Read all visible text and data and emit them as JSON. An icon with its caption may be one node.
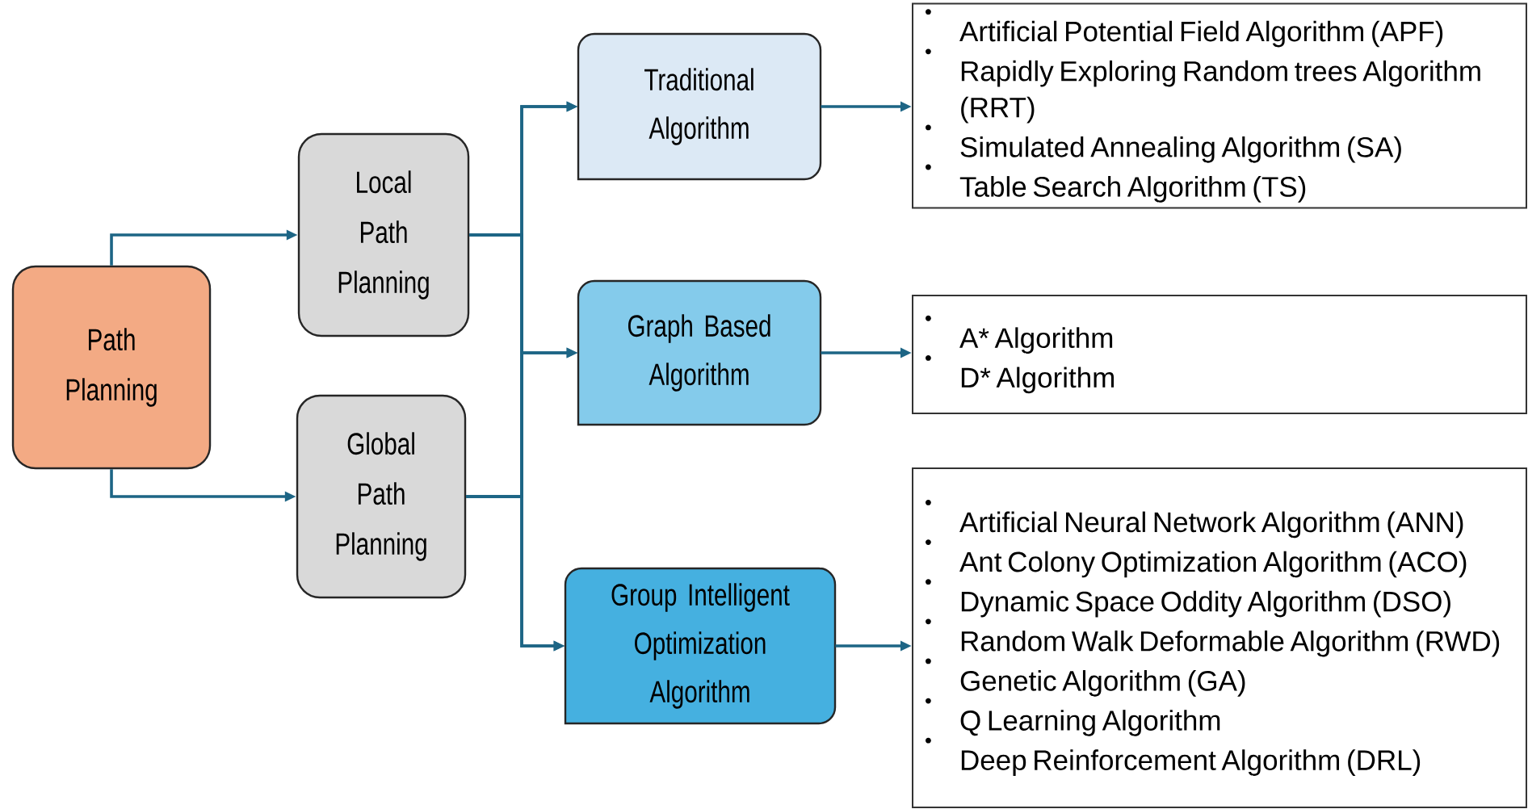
{
  "diagram": {
    "nodes": [
      {
        "text": [
          "Path Planning"
        ]
      },
      {
        "text": [
          "Local Path Planning"
        ]
      },
      {
        "text": [
          "Global Path Planning"
        ]
      },
      {
        "text": [
          "Traditional Algorithm"
        ]
      },
      {
        "text": [
          "Graph Based Algorithm"
        ]
      },
      {
        "text": [
          "Group Intelligent Optimization Algorithm"
        ]
      },
      {
        "text": [
          "Artificial Potential Field Algorithm (APF)",
          "Rapidly Exploring Random trees Algorithm (RRT)",
          "Simulated Annealing Algorithm (SA)",
          "Table Search Algorithm (TS)"
        ]
      },
      {
        "text": [
          "A* Algorithm",
          "D* Algorithm"
        ]
      },
      {
        "text": [
          "Artificial Neural Network Algorithm (ANN)",
          "Ant Colony Optimization Algorithm (ACO)",
          "Dynamic Space Oddity Algorithm (DSO)",
          "Random Walk Deformable Algorithm (RWD)",
          "Genetic Algorithm (GA)",
          "Q Learning Algorithm",
          "Deep Reinforcement Algorithm (DRL)"
        ]
      }
    ],
    "edges": [
      {
        "from": 0,
        "to": 1,
        "arrow": "to"
      },
      {
        "from": 0,
        "to": 2,
        "arrow": "to"
      },
      {
        "from": 1,
        "to": 3,
        "arrow": "to"
      },
      {
        "from": 1,
        "to": 4,
        "arrow": "to"
      },
      {
        "from": 1,
        "to": 5,
        "arrow": "to"
      },
      {
        "from": 2,
        "to": 3,
        "arrow": "to"
      },
      {
        "from": 2,
        "to": 4,
        "arrow": "to"
      },
      {
        "from": 2,
        "to": 5,
        "arrow": "to"
      },
      {
        "from": 3,
        "to": 6,
        "arrow": "to"
      },
      {
        "from": 4,
        "to": 7,
        "arrow": "to"
      },
      {
        "from": 5,
        "to": 8,
        "arrow": "to"
      }
    ]
  }
}
